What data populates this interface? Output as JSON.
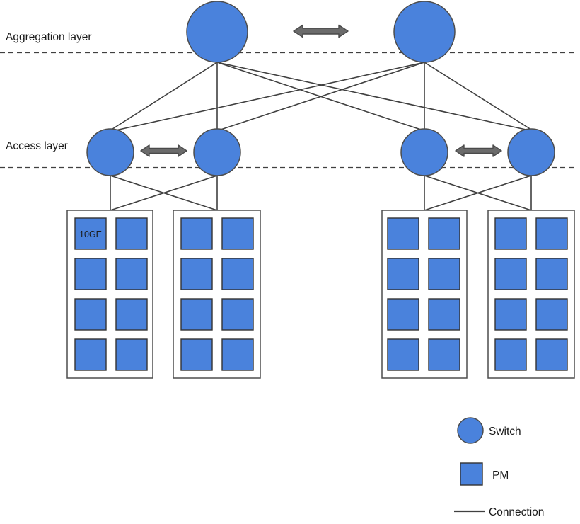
{
  "labels": {
    "aggregation_layer": "Aggregation layer",
    "access_layer": "Access layer",
    "pm_badge": "10GE"
  },
  "legend": {
    "switch": "Switch",
    "pm": "PM",
    "connection": "Connection"
  },
  "colors": {
    "node_fill": "#4A82DC",
    "node_stroke": "#4D4D4D",
    "pm_stroke": "#333333",
    "line": "#404040",
    "arrow_fill": "#6B6B6B",
    "arrow_stroke": "#4A4A4A",
    "text": "#1A1A1A",
    "background": "#FFFFFF"
  },
  "structure": {
    "aggregation_switch_count": 2,
    "access_switch_count": 4,
    "rack_count": 4,
    "pms_per_rack": 8
  }
}
